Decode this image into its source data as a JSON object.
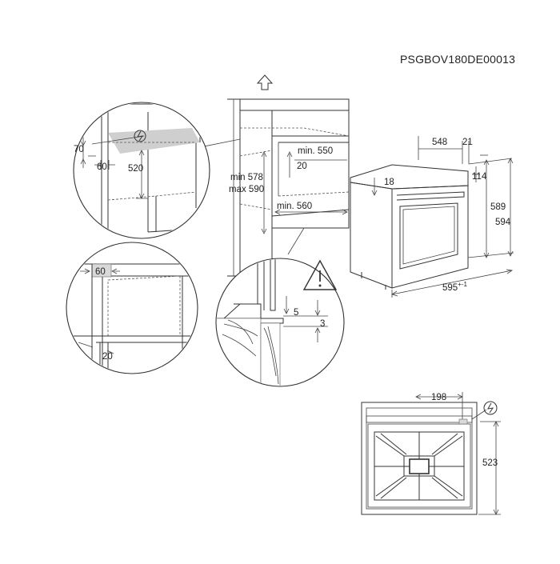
{
  "reference_code": "PSGBOV180DE00013",
  "icons": {
    "up_arrow": "up-arrow-icon",
    "power_warning": "electric-power-icon",
    "warning": "warning-triangle-icon"
  },
  "detail_top_left": {
    "dim_70": "70",
    "dim_60": "60",
    "dim_520": "520"
  },
  "detail_mid_left": {
    "dim_60": "60",
    "dim_20": "20"
  },
  "cabinet": {
    "min_550": "min. 550",
    "dim_20": "20",
    "min_578": "min 578",
    "max_590": "max 590",
    "min_560": "min. 560"
  },
  "detail_bottom": {
    "dim_5": "5",
    "dim_3": "3"
  },
  "oven": {
    "dim_548": "548",
    "dim_21": "21",
    "dim_18": "18",
    "dim_114": "114",
    "dim_589": "589",
    "dim_594": "594",
    "dim_595": "595",
    "tolerance_595": "+-1"
  },
  "oven_back": {
    "dim_198": "198",
    "dim_523": "523"
  }
}
